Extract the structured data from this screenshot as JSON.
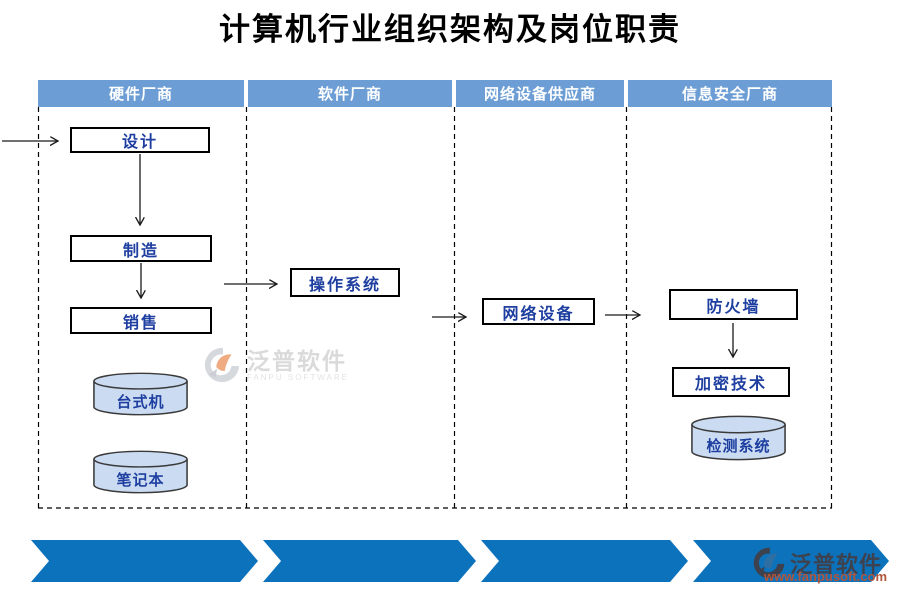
{
  "title": "计算机行业组织架构及岗位职责",
  "lanes": [
    {
      "label": "硬件厂商",
      "boxes": {
        "design": "设计",
        "manufacture": "制造",
        "sales": "销售"
      },
      "cylinders": {
        "desktop": "台式机",
        "laptop": "笔记本"
      }
    },
    {
      "label": "软件厂商",
      "boxes": {
        "os": "操作系统"
      }
    },
    {
      "label": "网络设备供应商",
      "boxes": {
        "network": "网络设备"
      }
    },
    {
      "label": "信息安全厂商",
      "boxes": {
        "firewall": "防火墙",
        "encryption": "加密技术"
      },
      "cylinders": {
        "detection": "检测系统"
      }
    }
  ],
  "flow": {
    "lane1": [
      "设计",
      "制造",
      "销售"
    ],
    "cross_lane": [
      "销售/制造 → 操作系统",
      "操作系统 → 网络设备",
      "网络设备 → 防火墙",
      "防火墙 → 加密技术"
    ]
  },
  "watermark_center": {
    "brand": "泛普软件",
    "sub": "FANPU SOFTWARE"
  },
  "watermark_corner": {
    "brand": "泛普软件",
    "url": "www.fanpusoft.com"
  },
  "colors": {
    "lane_header_bg": "#6C9DD4",
    "lane_header_text": "#ffffff",
    "chevron_blue": "#0D72BC",
    "node_text_blue": "#1E3FA0",
    "cylinder_fill": "#CBDCF2",
    "border_black": "#000000",
    "watermark_gray": "#D9D9D9",
    "watermark_dark": "#3D424E",
    "watermark_url_red": "#B0563C"
  }
}
